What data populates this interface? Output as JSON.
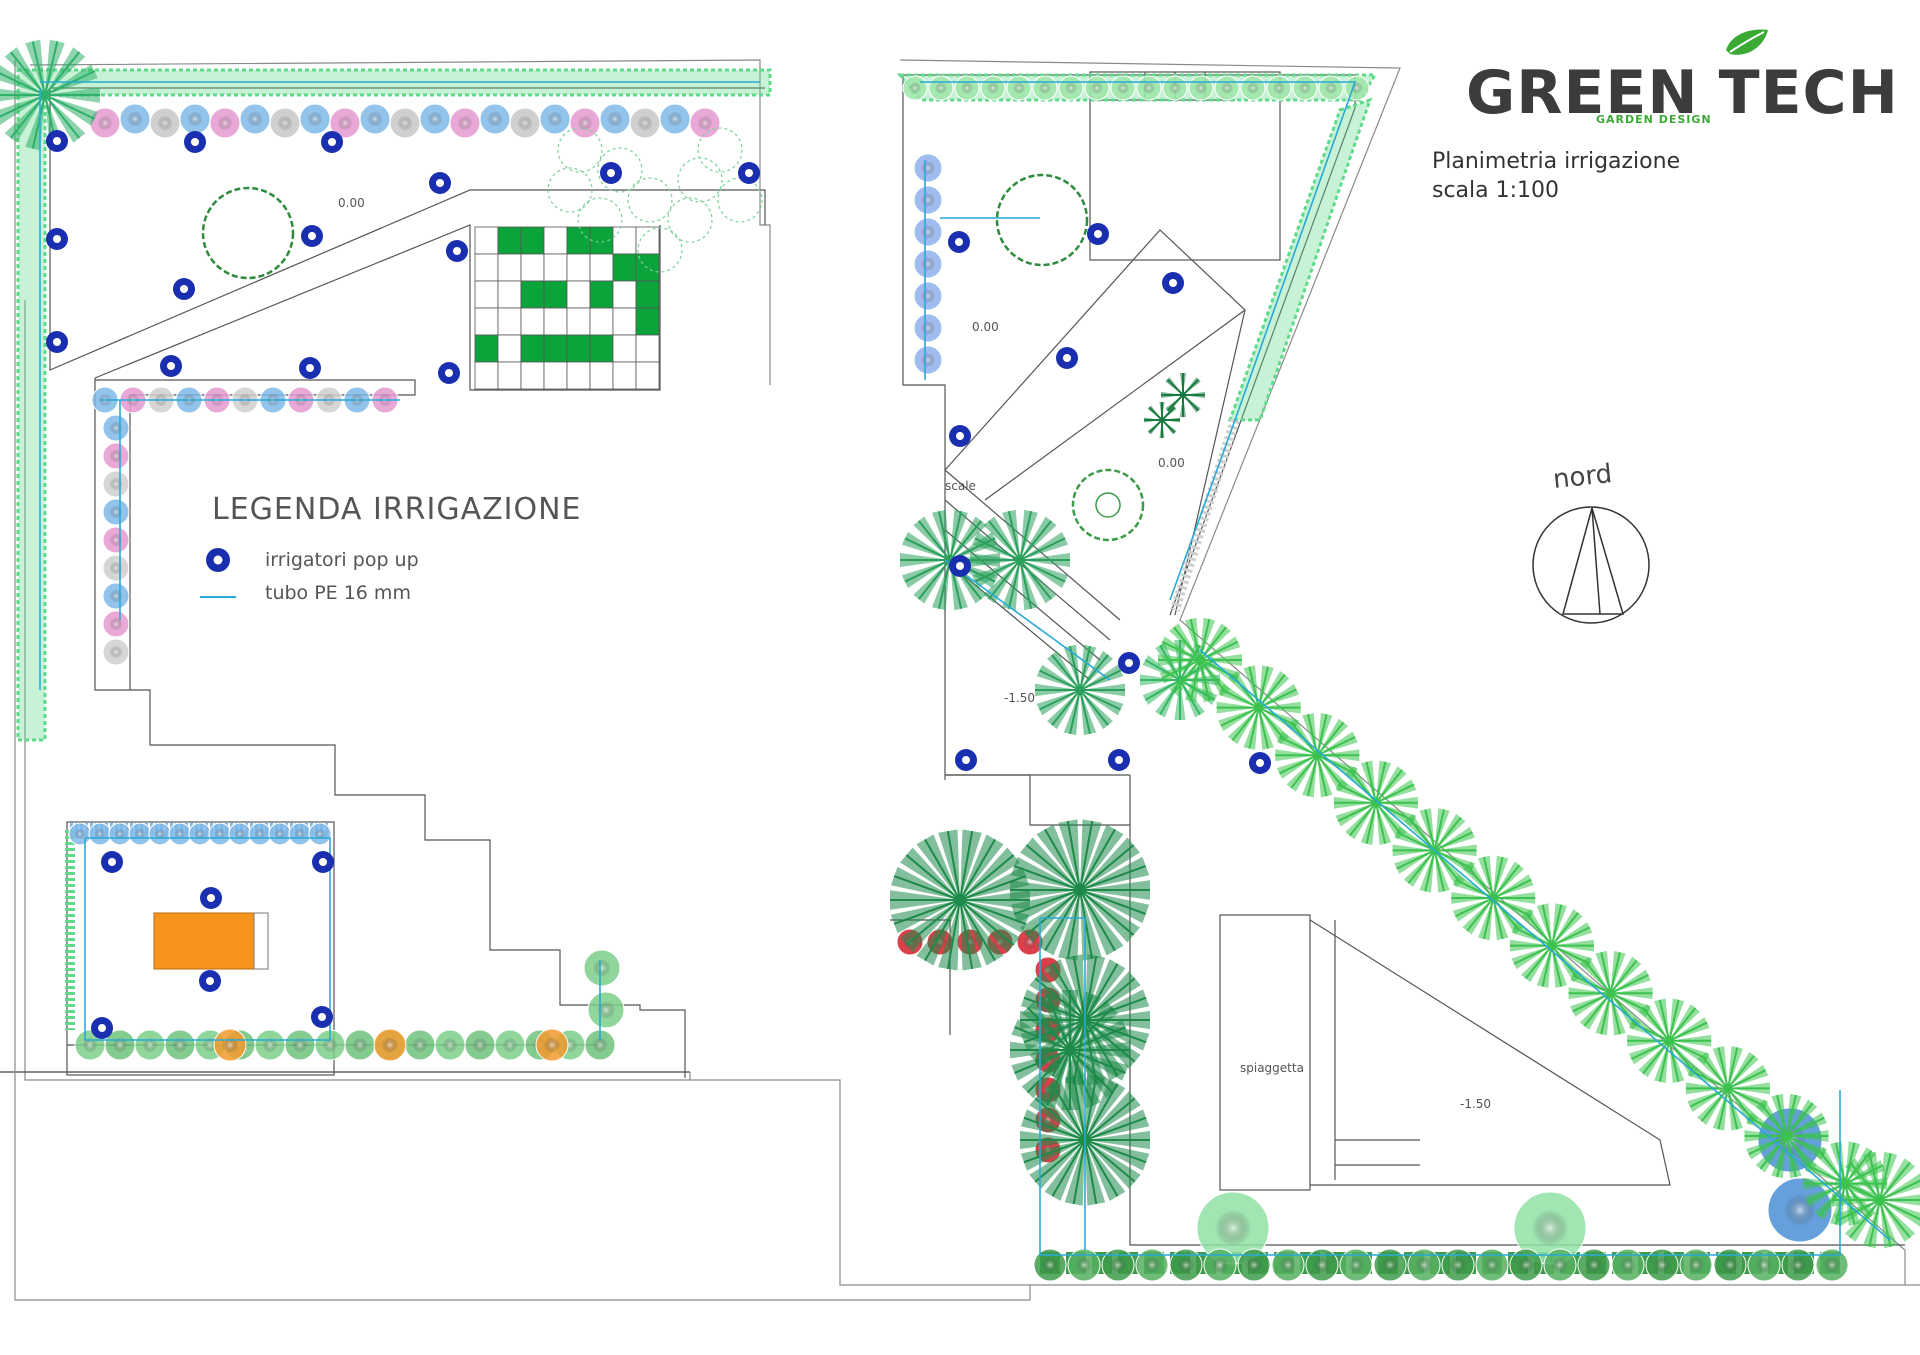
{
  "brand": {
    "name_part1": "GREEN",
    "name_part2": "TECH",
    "tagline": "GARDEN DESIGN",
    "leaf_icon": "leaf-icon",
    "colors": {
      "text": "#3c3c3c",
      "accent": "#3aaa35"
    }
  },
  "title": {
    "line1": "Planimetria irrigazione",
    "line2": "scala 1:100"
  },
  "legend": {
    "title": "LEGENDA IRRIGAZIONE",
    "items": [
      {
        "label": "irrigatori pop up",
        "icon": "sprinkler-icon",
        "color": "#1a2fb0"
      },
      {
        "label": "tubo PE 16 mm",
        "icon": "pipe-line-icon",
        "color": "#29a9d6"
      }
    ]
  },
  "north": {
    "label": "nord"
  },
  "levels": {
    "nw": "0.00",
    "ne_left": "0.00",
    "ne_tri": "0.00",
    "mid": "-1.50",
    "beach": "-1.50"
  },
  "areas": {
    "stairs": "scale",
    "beach": "spiaggetta"
  },
  "colors": {
    "pipe": "#29a9d6",
    "sprinkler": "#1a2fb0",
    "hedge_green": "#5fd98a",
    "shrub_blue": "#7fb8e8",
    "shrub_pink": "#e59ad0",
    "lawn_tile": "#0aa43a",
    "bench": "#f7941d",
    "flower_red": "#d4202a",
    "palm_green": "#1e8a4a",
    "outline": "#555555"
  }
}
